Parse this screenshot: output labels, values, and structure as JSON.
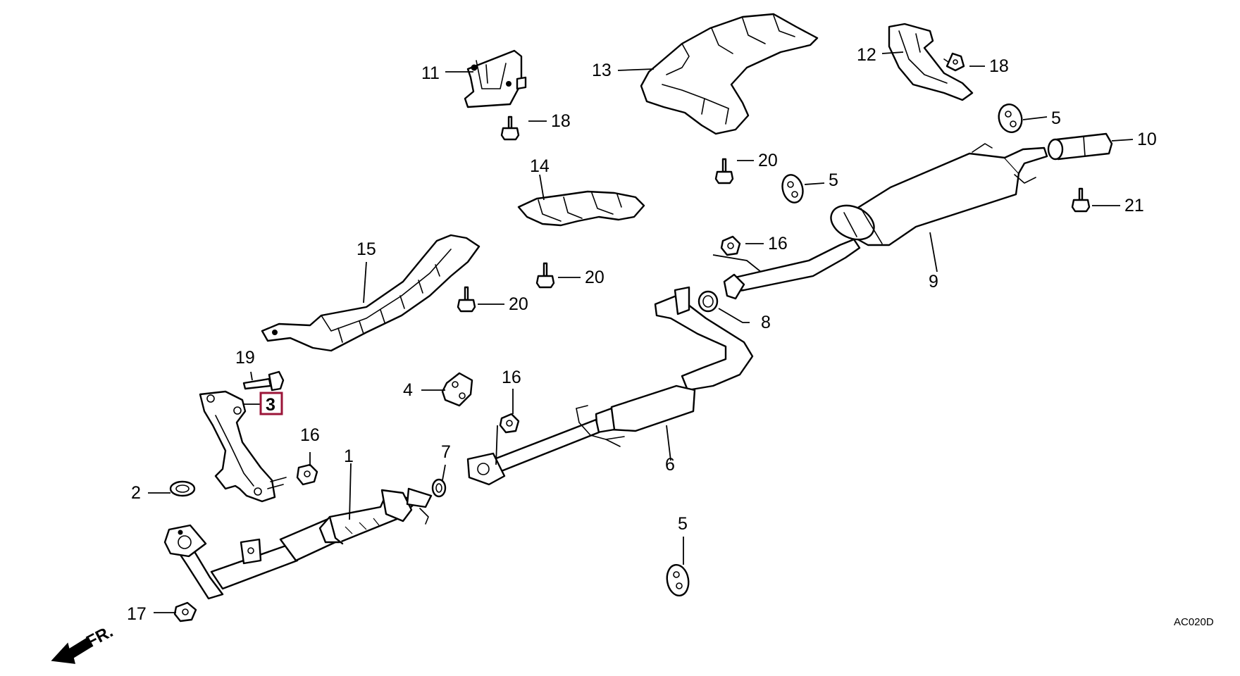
{
  "diagram": {
    "callouts": {
      "c1": "1",
      "c2": "2",
      "c3": "3",
      "c4": "4",
      "c5a": "5",
      "c5b": "5",
      "c5c": "5",
      "c6": "6",
      "c7": "7",
      "c8": "8",
      "c9": "9",
      "c10": "10",
      "c11": "11",
      "c12": "12",
      "c13": "13",
      "c14": "14",
      "c15": "15",
      "c16a": "16",
      "c16b": "16",
      "c16c": "16",
      "c17": "17",
      "c18a": "18",
      "c18b": "18",
      "c19": "19",
      "c20a": "20",
      "c20b": "20",
      "c20c": "20",
      "c21": "21"
    },
    "highlighted_part": "3",
    "highlight_color": "#9b1538",
    "direction_label": "FR.",
    "direction_icon": "arrow-front-icon",
    "drawing_code": "AC020D"
  }
}
